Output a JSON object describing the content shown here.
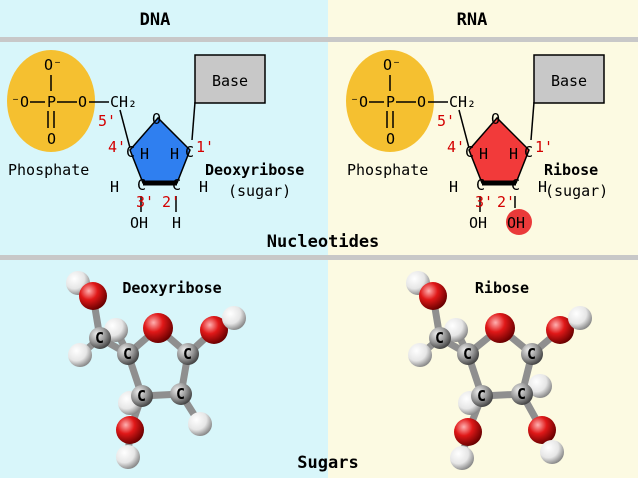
{
  "headers": {
    "dna": "DNA",
    "rna": "RNA"
  },
  "nucleotides": {
    "caption": "Nucleotides",
    "dna": {
      "phosphate_o_top": "O⁻",
      "phosphate_o_left": "⁻O",
      "phosphate_p": "P",
      "phosphate_o_right": "O",
      "phosphate_o_bottom": "O",
      "phosphate_label": "Phosphate",
      "ch2": "CH₂",
      "base": "Base",
      "ring_o": "O",
      "sugar_name": "Deoxyribose",
      "sugar_note": "(sugar)",
      "primes": [
        "5'",
        "4'",
        "3'",
        "2'",
        "1'"
      ],
      "c_label": "C",
      "h_label": "H",
      "bottom_left": "OH",
      "bottom_right": "H"
    },
    "rna": {
      "phosphate_o_top": "O⁻",
      "phosphate_o_left": "⁻O",
      "phosphate_p": "P",
      "phosphate_o_right": "O",
      "phosphate_o_bottom": "O",
      "phosphate_label": "Phosphate",
      "ch2": "CH₂",
      "base": "Base",
      "ring_o": "O",
      "sugar_name": "Ribose",
      "sugar_note": "(sugar)",
      "primes": [
        "5'",
        "4'",
        "3'",
        "2'",
        "1'"
      ],
      "c_label": "C",
      "h_label": "H",
      "bottom_left": "OH",
      "bottom_right": "OH"
    }
  },
  "sugars": {
    "caption": "Sugars",
    "dna_model_title": "Deoxyribose",
    "rna_model_title": "Ribose",
    "atom_label": "C"
  },
  "colors": {
    "dna_bg": "#d8f6fa",
    "rna_bg": "#fcfae2",
    "phosphate": "#f5c030",
    "deoxyribose_ring": "#2f7ff0",
    "ribose_ring": "#f23a3a",
    "oxygen_atom": "#dd1111",
    "carbon_atom": "#8a8a8a",
    "hydrogen_atom": "#f2f2f2",
    "prime_labels": "#d40000"
  }
}
